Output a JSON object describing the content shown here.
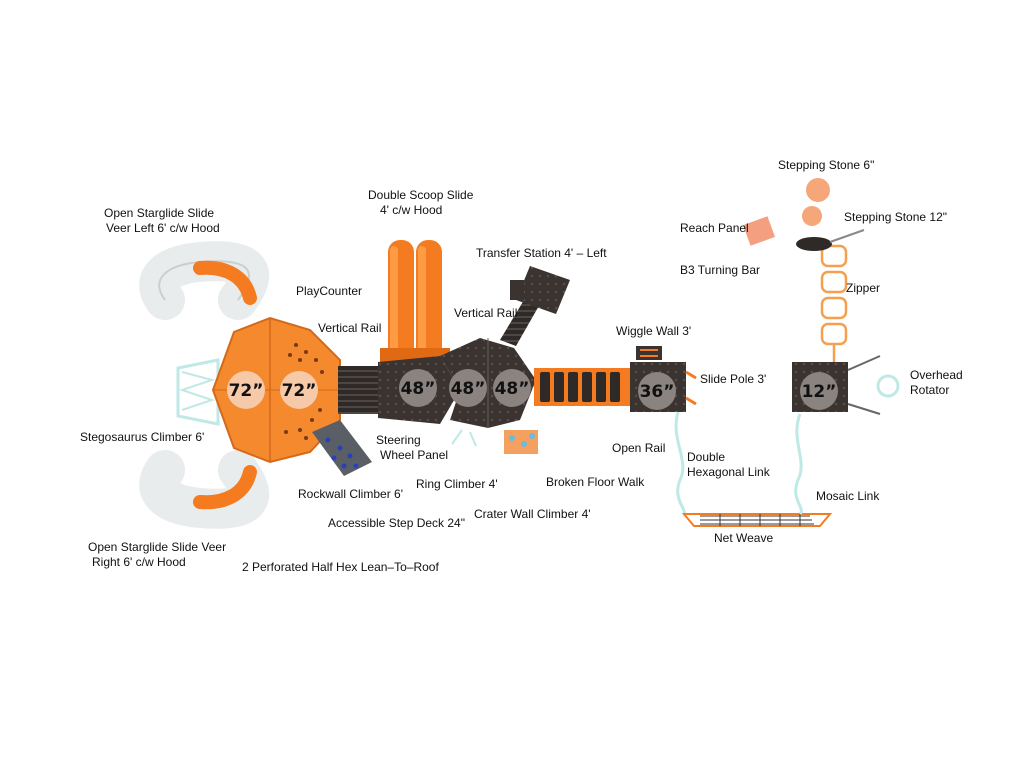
{
  "labels": {
    "open_starglide_left": [
      "Open Starglide Slide",
      "Veer Left 6' c/w Hood"
    ],
    "double_scoop": [
      "Double Scoop Slide",
      "4' c/w Hood"
    ],
    "transfer_station": "Transfer Station 4' – Left",
    "playcounter": "PlayCounter",
    "vertical_rail_1": "Vertical Rail",
    "vertical_rail_2": "Vertical Rail",
    "wiggle_wall": "Wiggle Wall 3'",
    "slide_pole": "Slide Pole 3'",
    "stegosaurus": "Stegosaurus Climber 6'",
    "steering_wheel": [
      "Steering",
      "Wheel Panel"
    ],
    "rockwall": "Rockwall Climber 6'",
    "ring_climber": "Ring Climber 4'",
    "broken_floor": "Broken Floor Walk",
    "open_rail": "Open Rail",
    "double_hex": [
      "Double",
      "Hexagonal Link"
    ],
    "accessible_step": "Accessible Step Deck 24\"",
    "crater_wall": "Crater Wall Climber 4'",
    "open_starglide_right": [
      "Open Starglide Slide Veer",
      "Right 6' c/w Hood"
    ],
    "perforated_roof": "2 Perforated Half Hex Lean–To–Roof",
    "net_weave": "Net Weave",
    "stepping_stone_6": "Stepping Stone 6\"",
    "stepping_stone_12": "Stepping Stone 12\"",
    "reach_panel": "Reach Panel",
    "b3_turning_bar": "B3 Turning Bar",
    "zipper": "Zipper",
    "overhead_rotator": [
      "Overhead",
      "Rotator"
    ],
    "mosaic_link": "Mosaic Link"
  },
  "platforms": [
    {
      "id": "deck-72-a",
      "height": "72”"
    },
    {
      "id": "deck-72-b",
      "height": "72”"
    },
    {
      "id": "deck-48-a",
      "height": "48”"
    },
    {
      "id": "deck-48-b",
      "height": "48”"
    },
    {
      "id": "deck-48-c",
      "height": "48”"
    },
    {
      "id": "deck-36",
      "height": "36”"
    },
    {
      "id": "deck-12",
      "height": "12”"
    }
  ],
  "colors": {
    "orange": "#f47b20",
    "dark_deck": "#3a3330",
    "slide_white": "#e8ecec",
    "climber_teal": "#bfe9e6",
    "roof_orange": "#f4892e",
    "stone_peach": "#f6a77a"
  }
}
